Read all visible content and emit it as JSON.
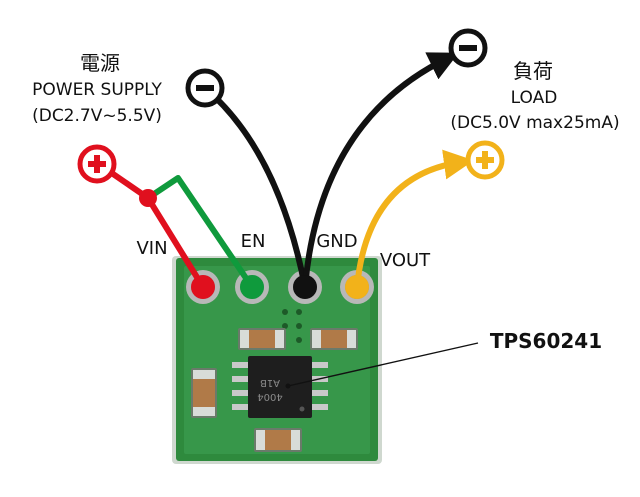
{
  "power_supply": {
    "title_ja": "電源",
    "title_en": "POWER SUPPLY",
    "range": "(DC2.7V~5.5V)"
  },
  "load": {
    "title_ja": "負荷",
    "title_en": "LOAD",
    "range": "(DC5.0V max25mA)"
  },
  "pins": {
    "vin": "VIN",
    "en": "EN",
    "gnd": "GND",
    "vout": "VOUT"
  },
  "chip": {
    "part_number": "TPS60241",
    "marking_line1": "4004",
    "marking_line2": "A1B"
  },
  "symbols": {
    "plus": "plus-terminal-icon",
    "minus": "minus-terminal-icon"
  },
  "colors": {
    "vin_wire": "#e0101e",
    "en_wire": "#0f9a3c",
    "gnd_wire": "#111111",
    "vout_wire": "#f2b21a",
    "pcb": "#2f8a3e"
  }
}
